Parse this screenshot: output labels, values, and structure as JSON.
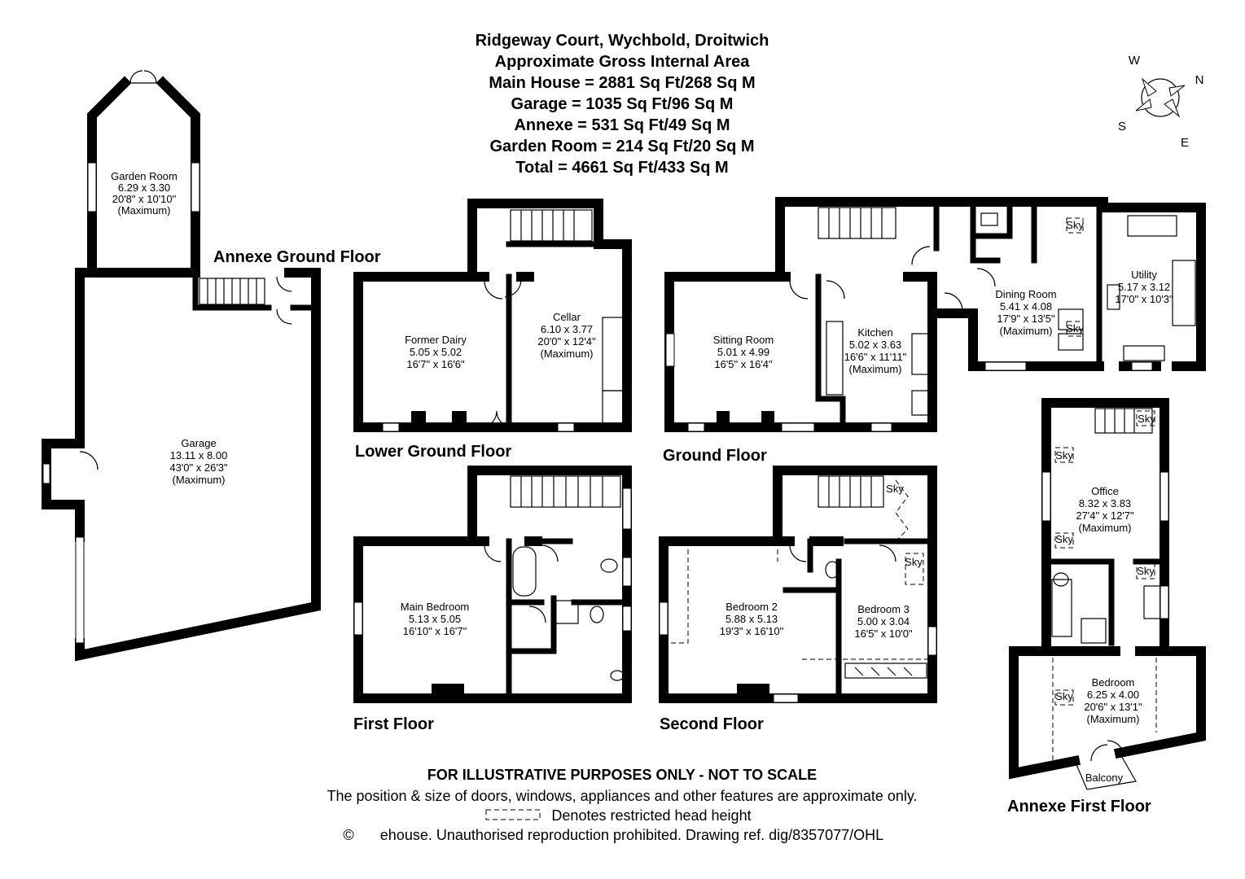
{
  "header": {
    "lines": [
      "Ridgeway Court, Wychbold, Droitwich",
      "Approximate Gross Internal Area",
      "Main House = 2881 Sq Ft/268 Sq M",
      "Garage = 1035 Sq Ft/96 Sq M",
      "Annexe = 531 Sq Ft/49 Sq M",
      "Garden Room = 214 Sq Ft/20 Sq M",
      "Total = 4661 Sq Ft/433 Sq M"
    ]
  },
  "compass": {
    "w": "W",
    "n": "N",
    "s": "S",
    "e": "E"
  },
  "floors": {
    "annexe_ground": "Annexe Ground Floor",
    "lower_ground": "Lower Ground Floor",
    "ground": "Ground Floor",
    "first": "First Floor",
    "second": "Second Floor",
    "annexe_first": "Annexe First Floor"
  },
  "rooms": {
    "garden_room": [
      "Garden Room",
      "6.29 x 3.30",
      "20'8\" x 10'10\"",
      "(Maximum)"
    ],
    "garage": [
      "Garage",
      "13.11 x 8.00",
      "43'0\" x 26'3\"",
      "(Maximum)"
    ],
    "former_dairy": [
      "Former Dairy",
      "5.05 x 5.02",
      "16'7\" x 16'6\""
    ],
    "cellar": [
      "Cellar",
      "6.10 x 3.77",
      "20'0\" x 12'4\"",
      "(Maximum)"
    ],
    "sitting_room": [
      "Sitting Room",
      "5.01 x 4.99",
      "16'5\" x 16'4\""
    ],
    "kitchen": [
      "Kitchen",
      "5.02 x 3.63",
      "16'6\" x 11'11\"",
      "(Maximum)"
    ],
    "dining_room": [
      "Dining Room",
      "5.41 x 4.08",
      "17'9\" x 13'5\"",
      "(Maximum)"
    ],
    "utility": [
      "Utility",
      "5.17 x 3.12",
      "17'0\" x 10'3\""
    ],
    "main_bedroom": [
      "Main Bedroom",
      "5.13 x 5.05",
      "16'10\" x 16'7\""
    ],
    "bedroom_2": [
      "Bedroom 2",
      "5.88 x 5.13",
      "19'3\" x 16'10\""
    ],
    "bedroom_3": [
      "Bedroom 3",
      "5.00 x 3.04",
      "16'5\" x 10'0\""
    ],
    "office": [
      "Office",
      "8.32 x 3.83",
      "27'4\" x 12'7\"",
      "(Maximum)"
    ],
    "annexe_bedroom": [
      "Bedroom",
      "6.25 x 4.00",
      "20'6\" x 13'1\"",
      "(Maximum)"
    ],
    "balcony": "Balcony",
    "sky": "Sky"
  },
  "footer": {
    "disclaimer": "FOR ILLUSTRATIVE PURPOSES ONLY - NOT TO SCALE",
    "note": "The position & size of doors, windows, appliances and other features are approximate only.",
    "legend": "Denotes restricted head height",
    "copyright_symbol": "©",
    "copyright": "ehouse. Unauthorised reproduction prohibited. Drawing ref. dig/8357077/OHL"
  }
}
